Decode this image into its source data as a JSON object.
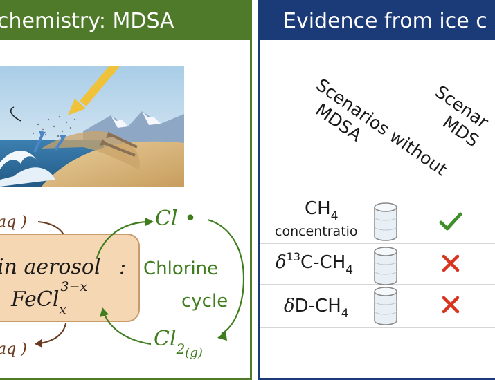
{
  "left_panel": {
    "title": "chemistry: MDSA",
    "aerosol_line1": "in aerosol",
    "aerosol_colon": ":",
    "ferric_main": "FeCl",
    "ferric_sub": "x",
    "ferric_sup": "3−x",
    "cl_radical": "Cl •",
    "cl2_main": "Cl",
    "cl2_sub": "2",
    "cl2_phase": "(g)",
    "aq_top": "aq )",
    "aq_bottom": "aq )",
    "cycle_line1": "Chlorine",
    "cycle_line2": "cycle"
  },
  "right_panel": {
    "title": "Evidence from ice c",
    "col_without": [
      "Scenarios without",
      "MDSA"
    ],
    "col_with": [
      "Scenar",
      "MDS"
    ],
    "rows": [
      {
        "name_main": "CH",
        "name_sub": "4",
        "name_line2": "concentratio",
        "result": "check"
      },
      {
        "name_prefix": "δ",
        "name_sup": "13",
        "name_main": "C-CH",
        "name_sub": "4",
        "result": "cross"
      },
      {
        "name_prefix": "δ",
        "name_main": "D-CH",
        "name_sub": "4",
        "result": "cross"
      }
    ]
  },
  "colors": {
    "left_accent": "#4f7a2a",
    "right_accent": "#1b3a78",
    "check": "#3f8f2a",
    "cross": "#d8341f"
  }
}
